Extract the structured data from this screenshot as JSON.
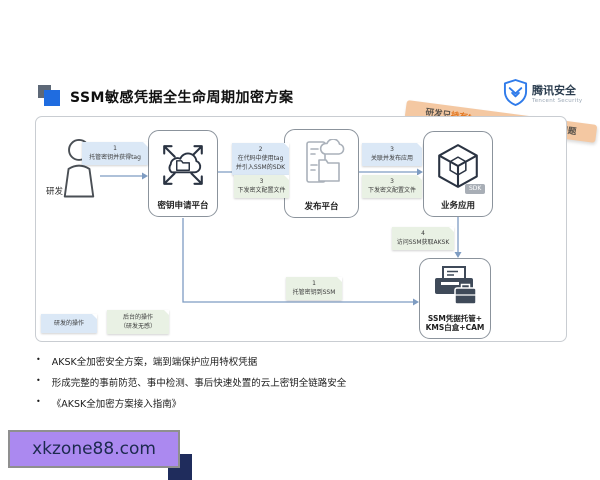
{
  "header": {
    "title": "SSM敏感凭据全生命周期加密方案",
    "logo": {
      "name": "腾讯安全",
      "subtitle": "Tencent Security"
    }
  },
  "banner": {
    "part1": "研发只",
    "highlight": "持有tag",
    "part3": "，从机制上解决泄露问题"
  },
  "diagram": {
    "actor_label": "研发",
    "nodes": [
      {
        "label": "密钥申请平台"
      },
      {
        "label": "发布平台"
      },
      {
        "label": "业务应用",
        "badge": "SDK"
      },
      {
        "label_line1": "SSM凭据托管+",
        "label_line2": "KMS白盒+CAM"
      }
    ],
    "steps": [
      {
        "num": "1",
        "text": "托管密钥并获得tag"
      },
      {
        "num": "2",
        "text": "在代码中使用tag",
        "text2": "并引入SSM的SDK"
      },
      {
        "num": "3",
        "text": "下发密文配置文件"
      },
      {
        "num": "3",
        "text": "关联并发布应用"
      },
      {
        "num": "3",
        "text": "下发密文配置文件"
      },
      {
        "num": "4",
        "text": "访问SSM获取AKSK"
      },
      {
        "num": "1",
        "text": "托管密钥到SSM"
      }
    ],
    "legend": [
      {
        "label": "研发的操作"
      },
      {
        "line1": "后台的操作",
        "line2": "（研发无感）"
      }
    ]
  },
  "bullets": [
    "AKSK全加密安全方案，端到端保护应用特权凭据",
    "形成完整的事前防范、事中检测、事后快速处置的云上密钥全链路安全",
    "《AKSK全加密方案接入指南》"
  ],
  "bullet_marker": "•",
  "watermark": {
    "text": "xkzone88.com"
  },
  "colors": {
    "accent_blue": "#1f6ce0",
    "logo_blue": "#2f7bea",
    "note_blue_bg": "#dbe8f6",
    "note_green_bg": "#e9f1e4",
    "banner_bg": "#f4c8a2",
    "banner_highlight": "#e2761f",
    "connector_blue": "#7e9cc2",
    "watermark_purple": "#ab89f0",
    "watermark_corner_navy": "#1f2c5c"
  }
}
